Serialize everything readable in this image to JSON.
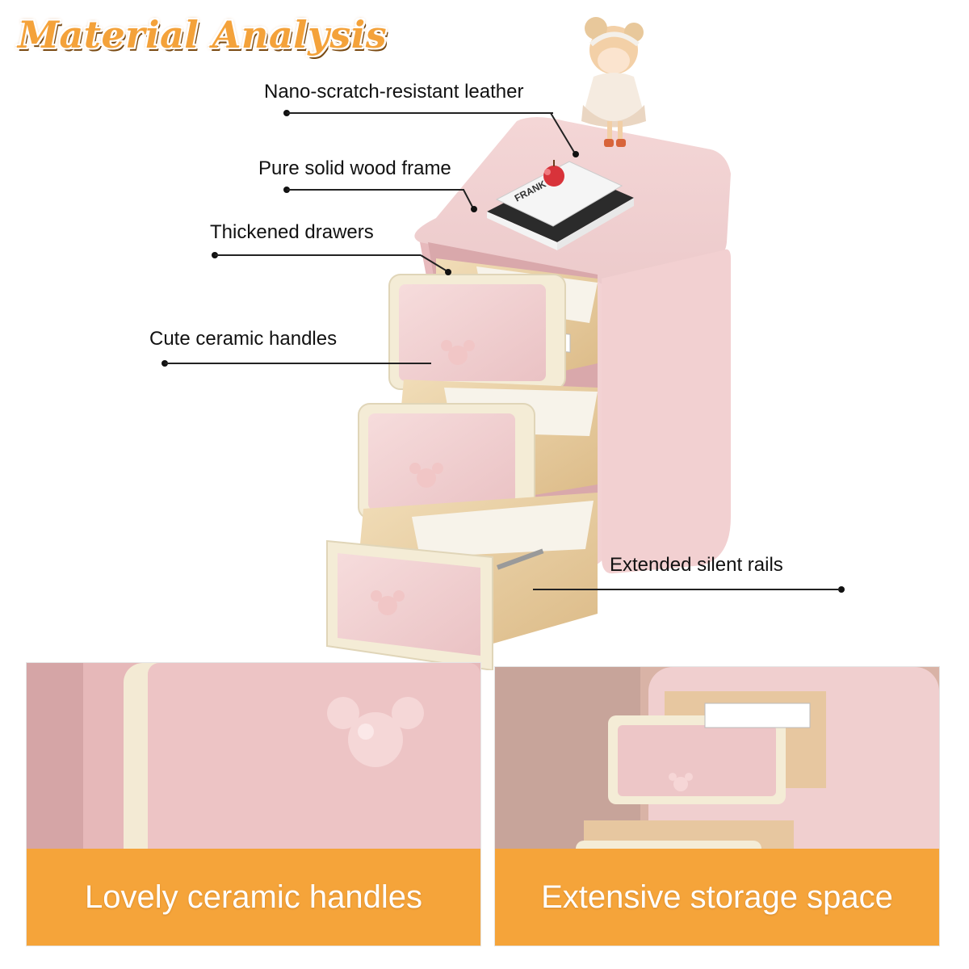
{
  "title": "Material Analysis",
  "callouts": {
    "leather": "Nano-scratch-resistant leather",
    "frame": "Pure solid wood frame",
    "drawers": "Thickened drawers",
    "handles": "Cute ceramic handles",
    "rails": "Extended silent rails"
  },
  "panels": {
    "left": {
      "caption": "Lovely ceramic handles"
    },
    "right": {
      "caption": "Extensive storage space"
    }
  },
  "book": {
    "spine": "FRANK"
  },
  "colors": {
    "accent": "#f5a43a",
    "pink": "#efc9cb",
    "cream": "#f4ecd6",
    "wood": "#e8cfa3"
  }
}
